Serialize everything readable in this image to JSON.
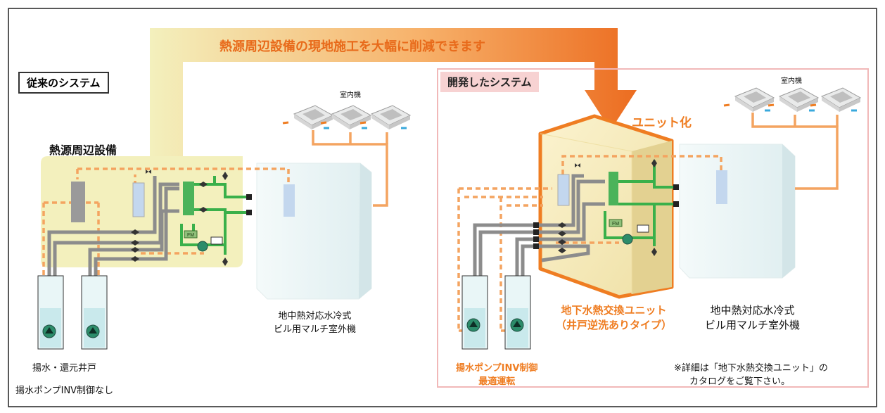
{
  "banner": {
    "text": "熱源周辺設備の現地施工を大幅に削減できます"
  },
  "legacy": {
    "title": "従来のシステム",
    "equipment_label": "熱源周辺設備",
    "indoor_label": "室内機",
    "outdoor_label_1": "地中熱対応水冷式",
    "outdoor_label_2": "ビル用マルチ室外機",
    "well_label": "揚水・還元井戸",
    "pump_label": "揚水ポンプINV制御なし",
    "fm_text": "FM"
  },
  "developed": {
    "title": "開発したシステム",
    "unitize_label": "ユニット化",
    "indoor_label": "室内機",
    "unit_label_1": "地下水熱交換ユニット",
    "unit_label_2": "（井戸逆洗ありタイプ）",
    "outdoor_label_1": "地中熱対応水冷式",
    "outdoor_label_2": "ビル用マルチ室外機",
    "pump_label_1": "揚水ポンプINV制御",
    "pump_label_2": "最適運転",
    "note_1": "※詳細は「地下水熱交換ユニット」の",
    "note_2": "カタログをご覧下さい。",
    "fm_text": "FM"
  },
  "colors": {
    "orange": "#ef7d22",
    "pipe_orange": "#f4a460",
    "pipe_green": "#3ab04a",
    "pipe_gray": "#8c8c8c",
    "highlight_yellow": "#f3f0bd",
    "pink_border": "#f1b8b8",
    "pink_label": "#f7d2d2"
  }
}
